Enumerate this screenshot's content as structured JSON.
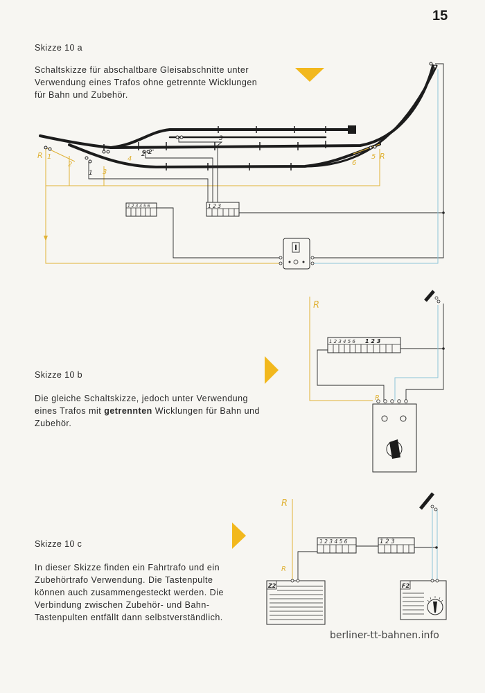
{
  "page_number": "15",
  "sections": [
    {
      "title": "Skizze 10 a",
      "lines": [
        "Schaltskizze für abschaltbare Gleisabschnitte unter",
        "Verwendung eines Trafos ohne getrennte Wicklungen",
        "für Bahn und Zubehör."
      ]
    },
    {
      "title": "Skizze 10 b",
      "line1": "Die gleiche Schaltskizze, jedoch unter Verwendung",
      "line2_pre": "eines Trafos mit ",
      "line2_bold": "getrennten",
      "line2_post": " Wicklungen für Bahn und",
      "line3": "Zubehör."
    },
    {
      "title": "Skizze 10 c",
      "lines": [
        "In dieser Skizze finden ein Fahrtrafo und ein",
        "Zubehörtrafo Verwendung. Die Tastenpulte",
        "können auch zusammengesteckt werden. Die",
        "Verbindung zwischen Zubehör- und Bahn-",
        "Tastenpulten entfällt dann selbstverständlich."
      ]
    }
  ],
  "diagram_a": {
    "labels": {
      "R_left": "R",
      "R_right": "R",
      "n1": "1",
      "n2": "2",
      "n3": "3",
      "n4": "4",
      "n5": "5",
      "n6": "6",
      "n1b": "1",
      "n2b": "2",
      "n2c": "2'",
      "n3b": "3"
    },
    "keypad_accessory": "1 2 3 4 5 6",
    "keypad_track": "1 2 3"
  },
  "diagram_b": {
    "R_top": "R",
    "R_lower": "R",
    "keypad_accessory": "1 2 3 4 5 6",
    "keypad_track": "1 2 3"
  },
  "diagram_c": {
    "R_top": "R",
    "R_lower": "R",
    "keypad_accessory": "1 2 3 4 5 6",
    "keypad_track": "1 2 3",
    "transformer_accessory": "Z2",
    "transformer_drive": "F2"
  },
  "watermark": "berliner-tt-bahnen.info",
  "colors": {
    "accent_yellow": "#f2b81d",
    "wire_yellow": "#e0b236",
    "wire_blue": "#8cc4d8",
    "wire_black": "#2a2a2a"
  }
}
